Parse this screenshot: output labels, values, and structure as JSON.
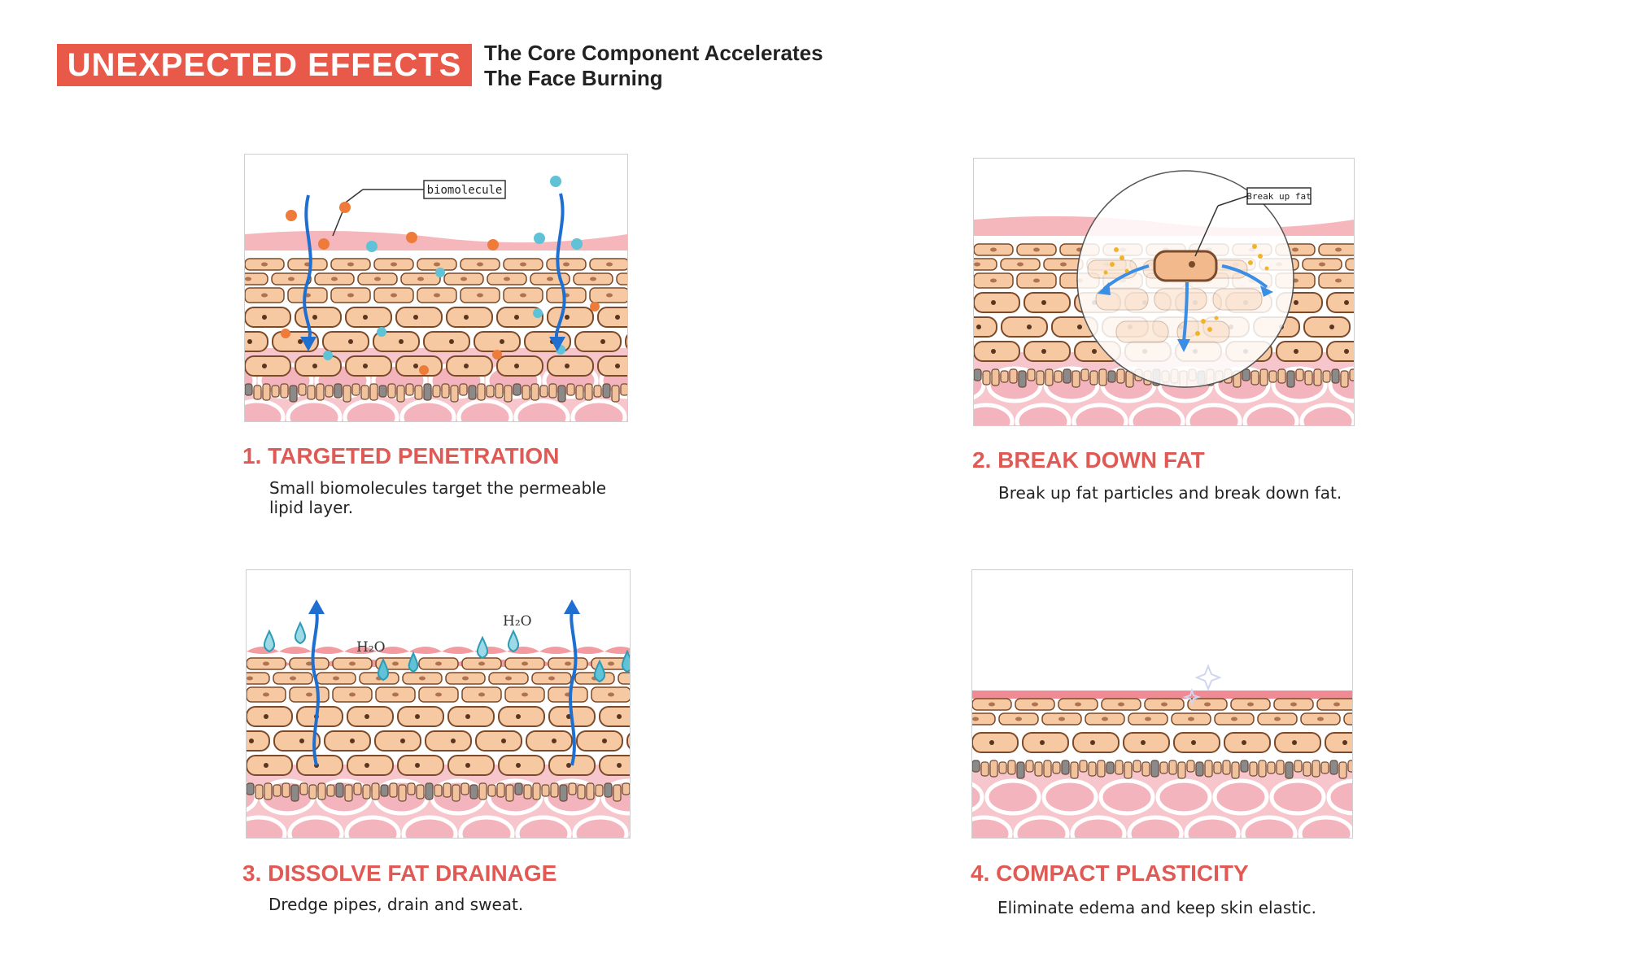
{
  "header": {
    "badge": "UNEXPECTED EFFECTS",
    "subtitle_line1": "The Core Component Accelerates",
    "subtitle_line2": "The Face Burning"
  },
  "steps": [
    {
      "title": "1. TARGETED PENETRATION",
      "desc_line1": "Small biomolecules target the permeable",
      "desc_line2": "lipid layer.",
      "callout": "biomolecule"
    },
    {
      "title": "2. BREAK DOWN FAT",
      "desc_line1": "Break up fat particles and break down fat.",
      "callout": "Break up fat"
    },
    {
      "title": "3. DISSOLVE FAT DRAINAGE",
      "desc_line1": "Dredge pipes, drain and sweat.",
      "label_a": "H₂O",
      "label_b": "H₂O"
    },
    {
      "title": "4. COMPACT PLASTICITY",
      "desc_line1": "Eliminate edema and keep skin elastic."
    }
  ],
  "colors": {
    "accent": "#e8594a",
    "title_red": "#e05a55",
    "cell_fill": "#f7c9a3",
    "cell_stroke": "#7a4a2a",
    "skin_pink": "#f7c6cc",
    "arrow_blue": "#1f6fd1",
    "droplet_blue": "#5fc2d6",
    "particle_orange": "#ef7b3a"
  }
}
